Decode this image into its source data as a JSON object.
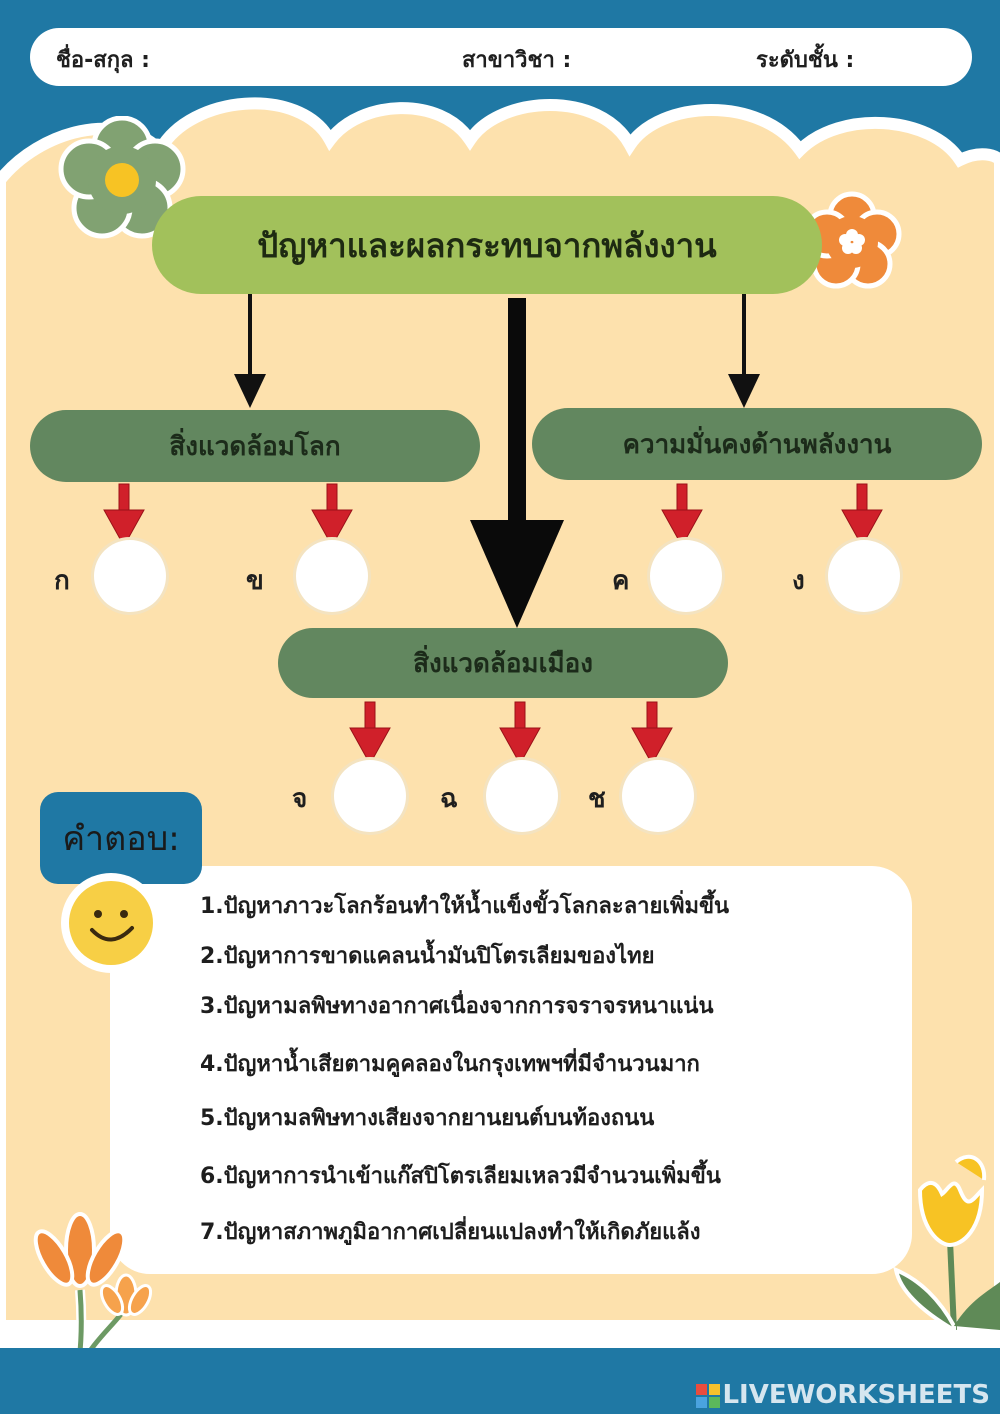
{
  "header": {
    "name_label": "ชื่อ-สกุล :",
    "subject_label": "สาขาวิชา :",
    "level_label": "ระดับชั้น :"
  },
  "diagram": {
    "title": "ปัญหาและผลกระทบจากพลังงาน",
    "branch_global_env": "สิ่งแวดล้อมโลก",
    "branch_energy_security": "ความมั่นคงด้านพลังงาน",
    "branch_city_env": "สิ่งแวดล้อมเมือง",
    "slots": [
      "ก",
      "ข",
      "ค",
      "ง",
      "จ",
      "ฉ",
      "ช"
    ]
  },
  "answers": {
    "heading": "คำตอบ:",
    "items": [
      "1.ปัญหาภาวะโลกร้อนทำให้น้ำแข็งขั้วโลกละลายเพิ่มขึ้น",
      "2.ปัญหาการขาดแคลนน้ำมันปิโตรเลียมของไทย",
      "3.ปัญหามลพิษทางอากาศเนื่องจากการจราจรหนาแน่น",
      "4.ปัญหาน้ำเสียตามคูคลองในกรุงเทพฯที่มีจำนวนมาก",
      "5.ปัญหามลพิษทางเสียงจากยานยนต์บนท้องถนน",
      "6.ปัญหาการนำเข้าแก๊สปิโตรเลียมเหลวมีจำนวนเพิ่มขึ้น",
      "7.ปัญหาสภาพภูมิอากาศเปลี่ยนแปลงทำให้เกิดภัยแล้ง"
    ]
  },
  "footer": {
    "brand": "LIVEWORKSHEETS"
  },
  "colors": {
    "blue": "#1f78a4",
    "cream": "#fde1ad",
    "title_green": "#a2c15b",
    "branch_green": "#62875f",
    "arrow_red": "#d0202a"
  }
}
